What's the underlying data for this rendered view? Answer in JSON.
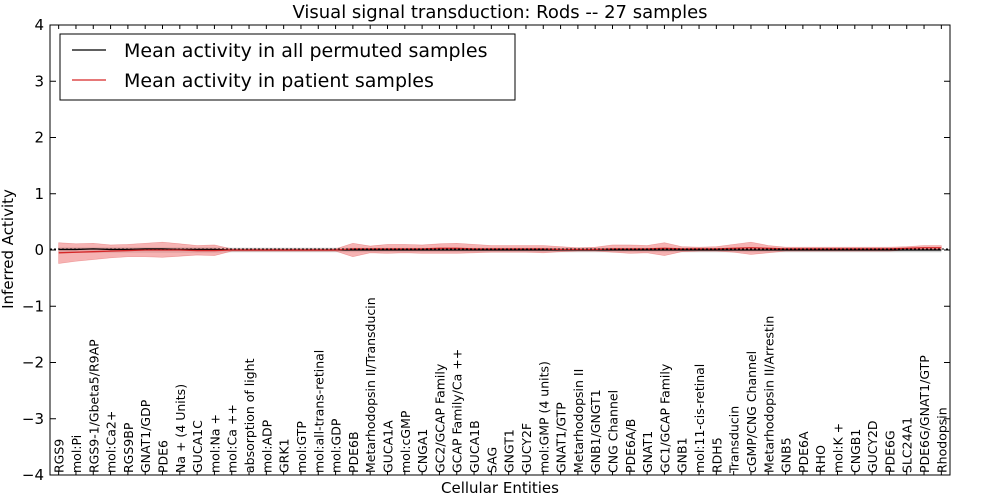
{
  "chart_data": {
    "type": "line",
    "title": "Visual signal transduction: Rods -- 27 samples",
    "xlabel": "Cellular Entities",
    "ylabel": "Inferred Activity",
    "ylim": [
      -4,
      4
    ],
    "yticks": [
      "−4",
      "−3",
      "−2",
      "−1",
      "0",
      "1",
      "2",
      "3",
      "4"
    ],
    "ytick_values": [
      -4,
      -3,
      -2,
      -1,
      0,
      1,
      2,
      3,
      4
    ],
    "grid": false,
    "legend_position": "top-left",
    "categories": [
      "RGS9",
      "mol:Pi",
      "RGS9-1/Gbeta5/R9AP",
      "mol:Ca2+",
      "RGS9BP",
      "GNAT1/GDP",
      "PDE6",
      "Na + (4 Units)",
      "GUCA1C",
      "mol:Na +",
      "mol:Ca ++",
      "absorption of light",
      "mol:ADP",
      "GRK1",
      "mol:GTP",
      "mol:all-trans-retinal",
      "mol:GDP",
      "PDE6B",
      "Metarhodopsin II/Transducin",
      "GUCA1A",
      "mol:cGMP",
      "CNGA1",
      "GC2/GCAP Family",
      "GCAP Family/Ca ++",
      "GUCA1B",
      "SAG",
      "GNGT1",
      "GUCY2F",
      "mol:GMP (4 units)",
      "GNAT1/GTP",
      "Metarhodopsin II",
      "GNB1/GNGT1",
      "CNG Channel",
      "PDE6A/B",
      "GNAT1",
      "GC1/GCAP Family",
      "GNB1",
      "mol:11-cis-retinal",
      "RDH5",
      "Transducin",
      "cGMP/CNG Channel",
      "Metarhodopsin II/Arrestin",
      "GNB5",
      "PDE6A",
      "RHO",
      "mol:K +",
      "CNGB1",
      "GUCY2D",
      "PDE6G",
      "SLC24A1",
      "PDE6G/GNAT1/GTP",
      "Rhodopsin"
    ],
    "series": [
      {
        "name": "Mean activity in all permuted samples",
        "color": "#000000",
        "values": [
          0.01,
          0.01,
          0.02,
          0.01,
          0.01,
          0.02,
          0.02,
          0.01,
          0.01,
          0.01,
          0.0,
          0.0,
          0.0,
          0.0,
          0.0,
          0.0,
          0.0,
          0.0,
          0.0,
          0.0,
          0.0,
          0.0,
          0.0,
          0.0,
          0.0,
          0.0,
          0.0,
          0.0,
          0.0,
          0.0,
          0.0,
          0.0,
          0.0,
          0.0,
          0.0,
          0.0,
          0.0,
          0.0,
          0.0,
          0.0,
          0.0,
          0.0,
          0.0,
          0.0,
          0.0,
          0.0,
          0.0,
          0.0,
          0.0,
          0.0,
          0.0,
          0.0
        ],
        "band_lower": [
          -0.05,
          -0.05,
          -0.05,
          -0.05,
          -0.05,
          -0.05,
          -0.05,
          -0.05,
          -0.05,
          -0.05,
          -0.04,
          -0.04,
          -0.04,
          -0.04,
          -0.04,
          -0.04,
          -0.04,
          -0.04,
          -0.04,
          -0.04,
          -0.04,
          -0.04,
          -0.04,
          -0.04,
          -0.04,
          -0.04,
          -0.04,
          -0.04,
          -0.04,
          -0.04,
          -0.04,
          -0.04,
          -0.04,
          -0.04,
          -0.04,
          -0.04,
          -0.04,
          -0.04,
          -0.04,
          -0.04,
          -0.04,
          -0.04,
          -0.04,
          -0.04,
          -0.04,
          -0.04,
          -0.04,
          -0.04,
          -0.04,
          -0.04,
          -0.04,
          -0.04
        ],
        "band_upper": [
          0.05,
          0.05,
          0.05,
          0.05,
          0.05,
          0.05,
          0.05,
          0.05,
          0.05,
          0.05,
          0.04,
          0.04,
          0.04,
          0.04,
          0.04,
          0.04,
          0.04,
          0.04,
          0.04,
          0.04,
          0.04,
          0.04,
          0.04,
          0.04,
          0.04,
          0.04,
          0.04,
          0.04,
          0.04,
          0.04,
          0.04,
          0.04,
          0.04,
          0.04,
          0.04,
          0.04,
          0.04,
          0.04,
          0.04,
          0.04,
          0.04,
          0.04,
          0.04,
          0.04,
          0.04,
          0.04,
          0.04,
          0.04,
          0.04,
          0.04,
          0.04,
          0.04
        ],
        "band_color": "#999999"
      },
      {
        "name": "Mean activity in patient samples",
        "color": "#d62728",
        "values": [
          -0.05,
          -0.04,
          -0.03,
          -0.02,
          -0.01,
          0.0,
          0.0,
          0.0,
          -0.01,
          -0.01,
          0.0,
          0.0,
          0.0,
          0.0,
          0.0,
          0.0,
          0.0,
          0.02,
          0.02,
          0.02,
          0.02,
          0.02,
          0.03,
          0.03,
          0.02,
          0.02,
          0.02,
          0.02,
          0.02,
          0.01,
          0.01,
          0.01,
          0.02,
          0.02,
          0.02,
          0.03,
          0.02,
          0.02,
          0.02,
          0.03,
          0.04,
          0.03,
          0.02,
          0.02,
          0.02,
          0.02,
          0.02,
          0.02,
          0.02,
          0.03,
          0.04,
          0.04
        ],
        "band_lower": [
          -0.24,
          -0.2,
          -0.17,
          -0.14,
          -0.12,
          -0.12,
          -0.13,
          -0.11,
          -0.09,
          -0.1,
          -0.02,
          -0.02,
          -0.02,
          -0.02,
          -0.02,
          -0.02,
          -0.02,
          -0.12,
          -0.05,
          -0.06,
          -0.05,
          -0.06,
          -0.06,
          -0.06,
          -0.05,
          -0.04,
          -0.04,
          -0.04,
          -0.05,
          -0.03,
          -0.02,
          -0.02,
          -0.04,
          -0.06,
          -0.05,
          -0.1,
          -0.03,
          -0.02,
          -0.02,
          -0.04,
          -0.08,
          -0.05,
          -0.02,
          -0.02,
          -0.02,
          -0.02,
          -0.02,
          -0.02,
          -0.02,
          0.0,
          0.01,
          0.01
        ],
        "band_upper": [
          0.13,
          0.11,
          0.12,
          0.09,
          0.1,
          0.12,
          0.14,
          0.11,
          0.08,
          0.09,
          0.02,
          0.02,
          0.02,
          0.02,
          0.02,
          0.02,
          0.02,
          0.12,
          0.07,
          0.1,
          0.1,
          0.09,
          0.11,
          0.12,
          0.1,
          0.08,
          0.08,
          0.08,
          0.08,
          0.06,
          0.04,
          0.05,
          0.09,
          0.09,
          0.08,
          0.13,
          0.06,
          0.05,
          0.06,
          0.1,
          0.14,
          0.08,
          0.05,
          0.05,
          0.05,
          0.05,
          0.05,
          0.05,
          0.05,
          0.06,
          0.08,
          0.08
        ],
        "band_color": "#f08080"
      }
    ]
  }
}
